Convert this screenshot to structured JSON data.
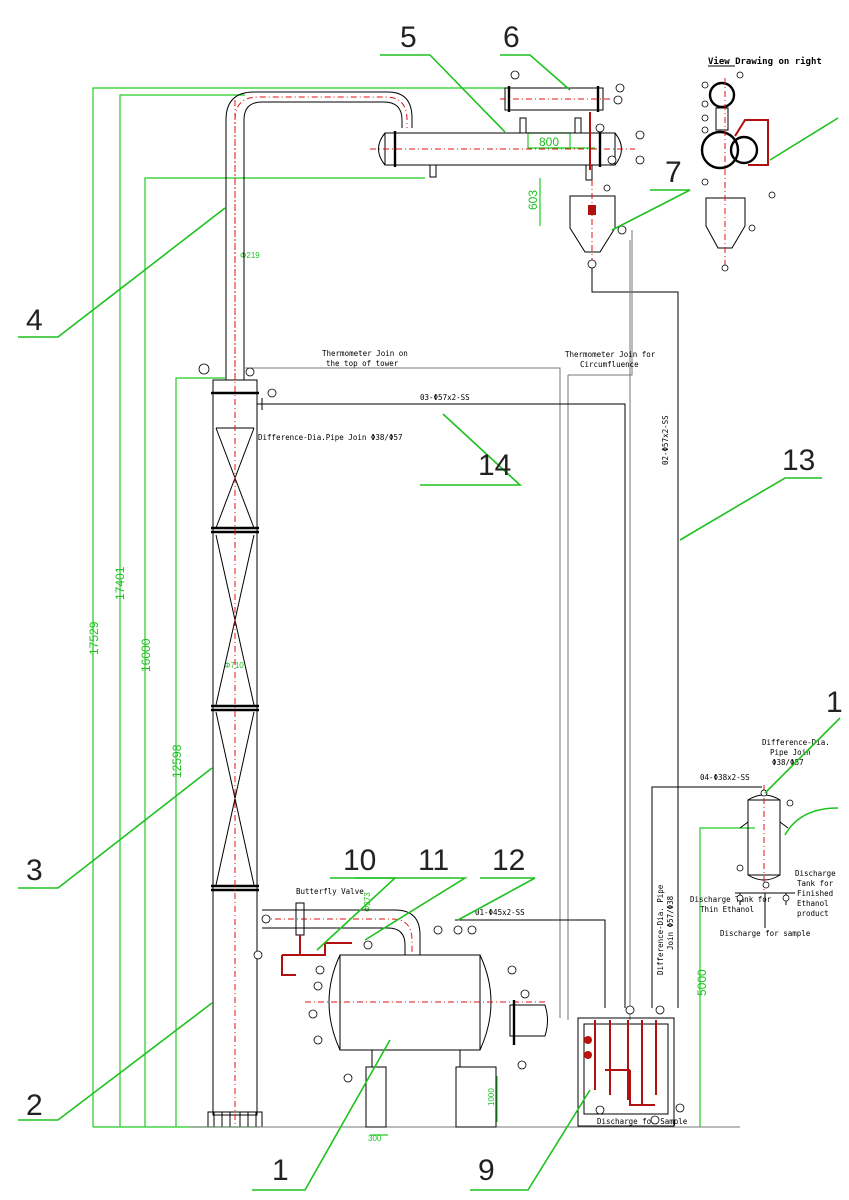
{
  "callouts": [
    "1",
    "2",
    "3",
    "4",
    "5",
    "6",
    "7",
    "9",
    "10",
    "11",
    "12",
    "13",
    "14",
    "1"
  ],
  "dimensions": {
    "h1": "17529",
    "h2": "17401",
    "h3": "16000",
    "h4": "12598",
    "h5": "5000",
    "cond_len": "800",
    "sep_h": "603",
    "pipe_dia": "Φ219",
    "col_dia": "Φ710",
    "bend_dia": "Φ273",
    "base_w": "300",
    "base_h": "1000"
  },
  "labels": {
    "view_drawing": "View Drawing on right",
    "thermo_top": [
      "Thermometer Join on",
      "the top of tower"
    ],
    "thermo_circ": [
      "Thermometer Join for",
      "Circumfluence"
    ],
    "pipe_03": "03-Φ57x2-SS",
    "pipe_02": "02-Φ57x2-SS",
    "pipe_04": "04-Φ38x2-SS",
    "pipe_01": "01-Φ45x2-SS",
    "diff_pipe_join": "Difference-Dia.Pipe Join Φ38/Φ57",
    "diff_pipe_join_right": [
      "Difference-Dia.",
      "Pipe Join",
      "Φ38/Φ57"
    ],
    "diff_pipe_vertical": [
      "Difference-Dia. Pipe",
      "Join Φ57/Φ38"
    ],
    "butterfly": "Butterfly Valve",
    "discharge_thin": [
      "Discharge Tank for",
      "Thin Ethanol"
    ],
    "discharge_finished": [
      "Discharge",
      "Tank for",
      "Finished",
      "Ethanol",
      "product"
    ],
    "discharge_sample": "Discharge for sample",
    "discharge_sample_bottom": "Discharge for Sample"
  },
  "colors": {
    "leader": "#1ec21e",
    "dimension": "#22cc22",
    "centerline": "#e01010",
    "outline": "#000000"
  }
}
